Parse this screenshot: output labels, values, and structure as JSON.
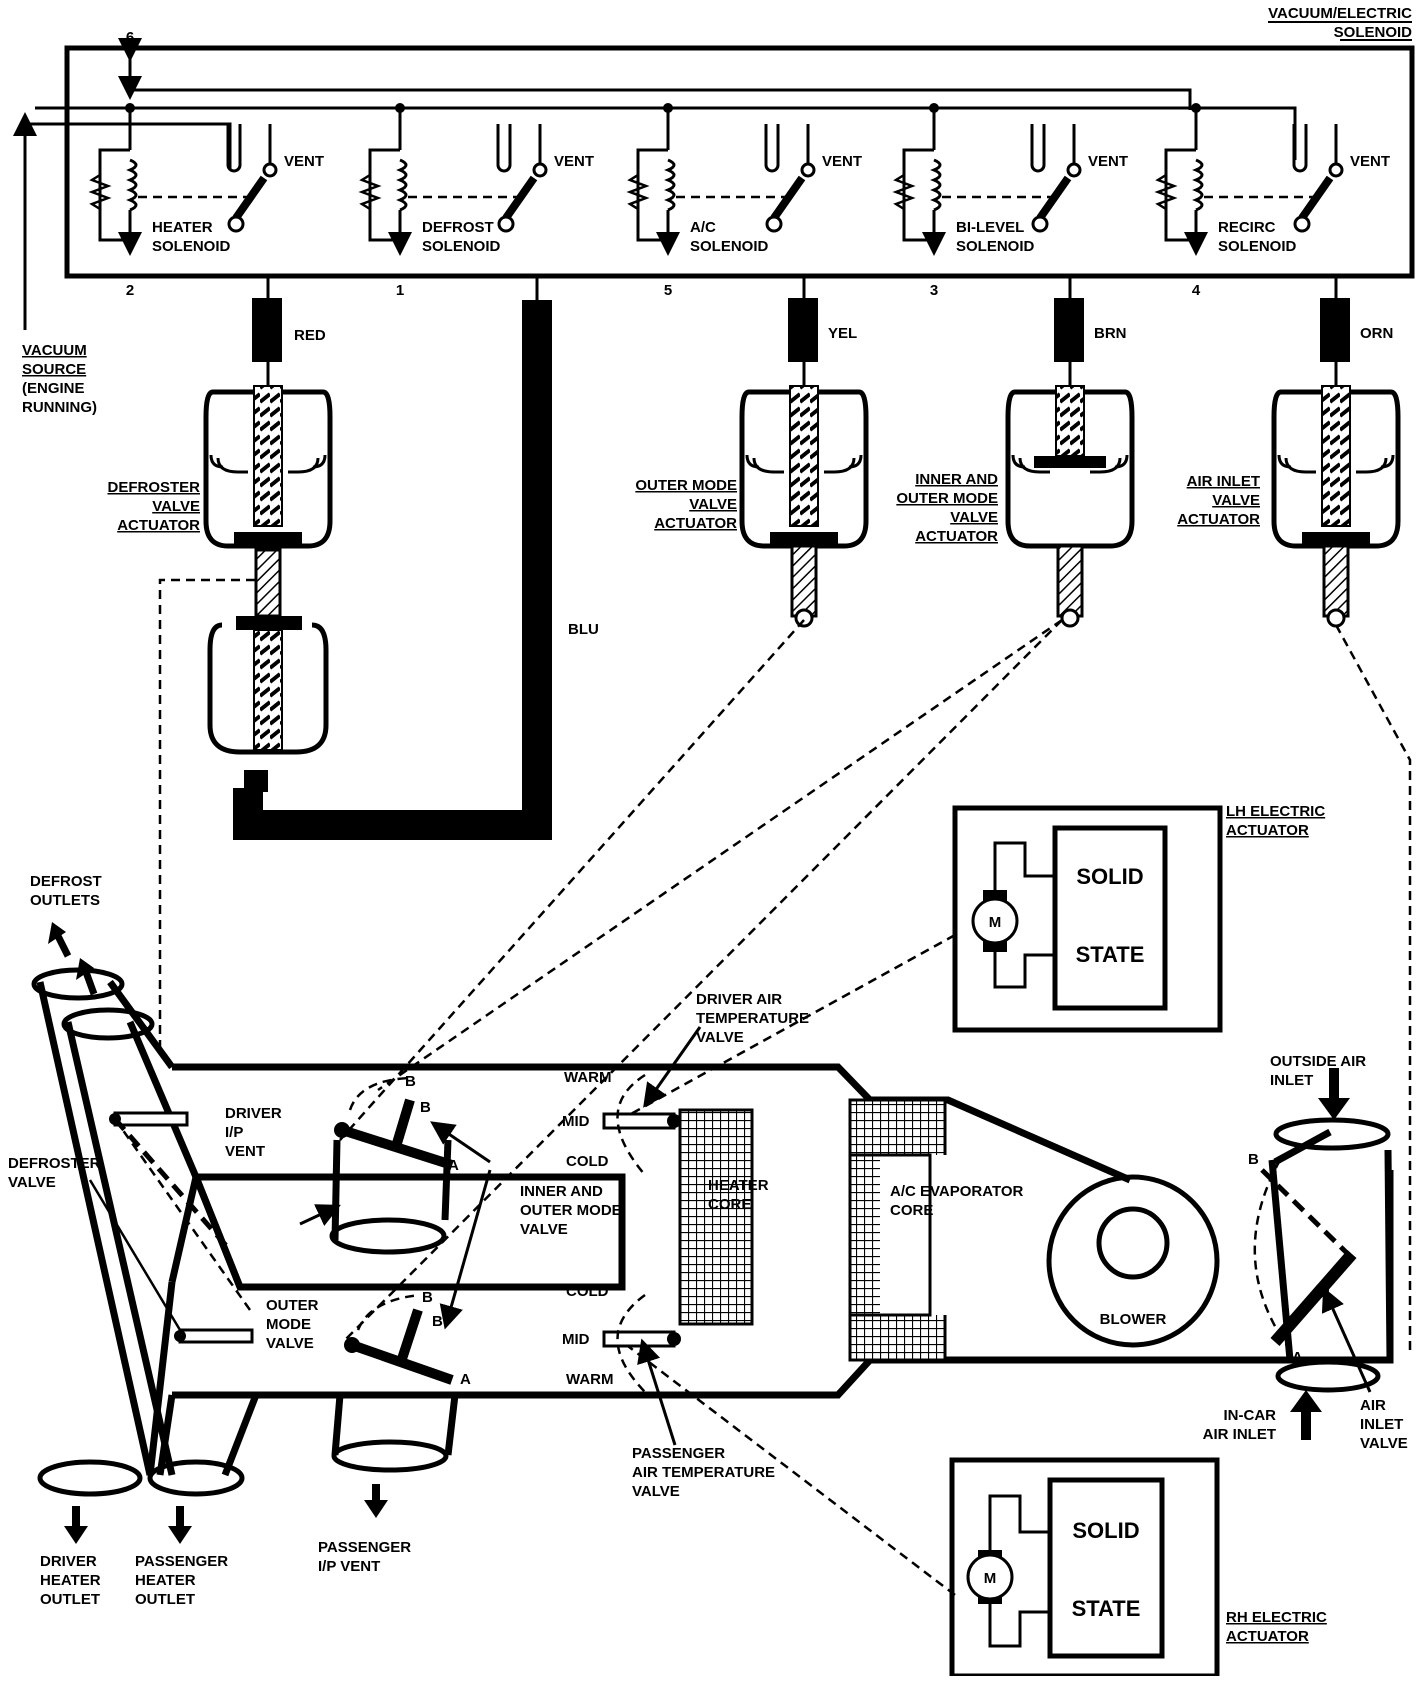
{
  "solenoid_block": {
    "title_line1": "VACUUM/ELECTRIC",
    "title_line2": "SOLENOID",
    "vent_label": "VENT",
    "pins": {
      "top": "6",
      "heater": "2",
      "defrost": "1",
      "ac": "5",
      "bilevel": "3",
      "recirc": "4"
    },
    "solenoids": [
      {
        "line1": "HEATER",
        "line2": "SOLENOID"
      },
      {
        "line1": "DEFROST",
        "line2": "SOLENOID"
      },
      {
        "line1": "A/C",
        "line2": "SOLENOID"
      },
      {
        "line1": "BI-LEVEL",
        "line2": "SOLENOID"
      },
      {
        "line1": "RECIRC",
        "line2": "SOLENOID"
      }
    ]
  },
  "vacuum_source": {
    "line1": "VACUUM",
    "line2": "SOURCE",
    "line3": "(ENGINE",
    "line4": "RUNNING)"
  },
  "hoses": {
    "red": "RED",
    "blu": "BLU",
    "yel": "YEL",
    "brn": "BRN",
    "orn": "ORN"
  },
  "actuators": {
    "defroster": {
      "line1": "DEFROSTER",
      "line2": "VALVE",
      "line3": "ACTUATOR"
    },
    "outer_mode": {
      "line1": "OUTER MODE",
      "line2": "VALVE",
      "line3": "ACTUATOR"
    },
    "inner_outer": {
      "line1": "INNER AND",
      "line2": "OUTER MODE",
      "line3": "VALVE",
      "line4": "ACTUATOR"
    },
    "air_inlet": {
      "line1": "AIR INLET",
      "line2": "VALVE",
      "line3": "ACTUATOR"
    }
  },
  "electric_actuators": {
    "lh": {
      "title1": "LH  ELECTRIC",
      "title2": "ACTUATOR",
      "solid": "SOLID",
      "state": "STATE",
      "motor": "M"
    },
    "rh": {
      "title1": "RH  ELECTRIC",
      "title2": "ACTUATOR",
      "solid": "SOLID",
      "state": "STATE",
      "motor": "M"
    }
  },
  "duct_labels": {
    "defrost_outlets": {
      "line1": "DEFROST",
      "line2": "OUTLETS"
    },
    "defroster_valve": {
      "line1": "DEFROSTER",
      "line2": "VALVE"
    },
    "driver_ip_vent": {
      "line1": "DRIVER",
      "line2": "I/P",
      "line3": "VENT"
    },
    "outer_mode_valve": {
      "line1": "OUTER",
      "line2": "MODE",
      "line3": "VALVE"
    },
    "inner_outer_valve": {
      "line1": "INNER  AND",
      "line2": "OUTER  MODE",
      "line3": "VALVE"
    },
    "driver_air_temp": {
      "line1": "DRIVER  AIR",
      "line2": "TEMPERATURE",
      "line3": "VALVE"
    },
    "passenger_air_temp": {
      "line1": "PASSENGER",
      "line2": "AIR  TEMPERATURE",
      "line3": "VALVE"
    },
    "heater_core": {
      "line1": "HEATER",
      "line2": "CORE"
    },
    "ac_evaporator": {
      "line1": "A/C EVAPORATOR",
      "line2": "CORE"
    },
    "blower": "BLOWER",
    "outside_air": {
      "line1": "OUTSIDE AIR",
      "line2": "INLET"
    },
    "incar_air": {
      "line1": "IN-CAR",
      "line2": "AIR INLET"
    },
    "air_inlet_valve": {
      "line1": "AIR",
      "line2": "INLET",
      "line3": "VALVE"
    },
    "driver_heater_outlet": {
      "line1": "DRIVER",
      "line2": "HEATER",
      "line3": "OUTLET"
    },
    "passenger_heater_outlet": {
      "line1": "PASSENGER",
      "line2": "HEATER",
      "line3": "OUTLET"
    },
    "passenger_ip_vent": {
      "line1": "PASSENGER",
      "line2": "I/P  VENT"
    },
    "warm": "WARM",
    "mid": "MID",
    "cold": "COLD",
    "a": "A",
    "b": "B"
  }
}
